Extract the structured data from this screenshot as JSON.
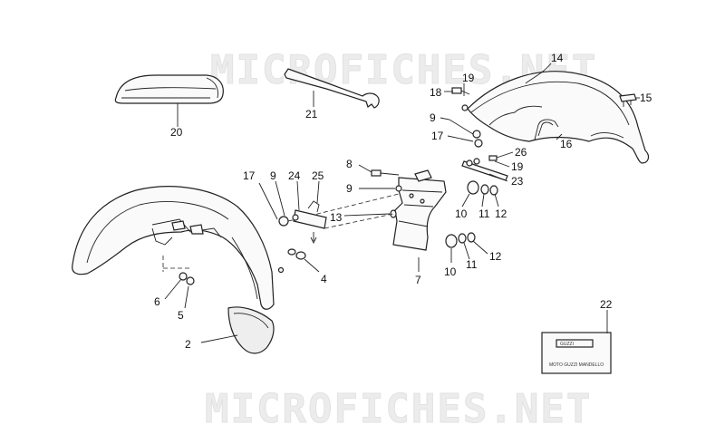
{
  "watermark": {
    "text": "MICROFICHES.NET"
  },
  "label_plate": {
    "brand": "GUZZI",
    "line": "MOTO GUZZI MANDELLO"
  },
  "callouts": [
    "20",
    "21",
    "18",
    "19",
    "14",
    "15",
    "9",
    "17",
    "16",
    "26",
    "19",
    "23",
    "8",
    "9",
    "17",
    "9",
    "24",
    "25",
    "13",
    "10",
    "11",
    "12",
    "10",
    "11",
    "12",
    "7",
    "4",
    "6",
    "5",
    "2",
    "22"
  ]
}
